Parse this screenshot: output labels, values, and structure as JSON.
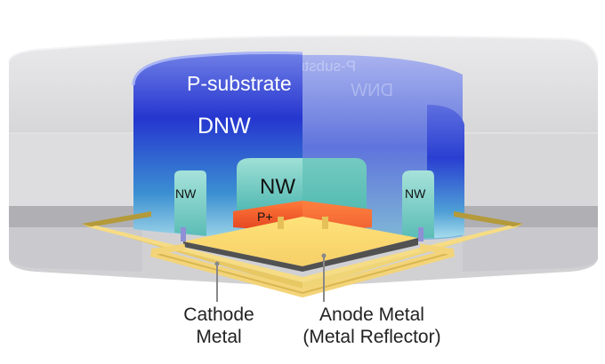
{
  "regions": {
    "p_substrate": "P-substrate",
    "p_substrate_mirror": "P-substrate",
    "dnw": "DNW",
    "dnw_mirror": "DNW",
    "nw_center": "NW",
    "nw_left": "NW",
    "nw_right": "NW",
    "p_plus": "P+"
  },
  "callouts": {
    "cathode_line1": "Cathode",
    "cathode_line2": "Metal",
    "anode_line1": "Anode Metal",
    "anode_line2": "(Metal Reflector)"
  },
  "colors": {
    "substrate_glass": "#d4d4d6",
    "dnw_blue": "#3346d6",
    "nw_teal": "#5fc3b8",
    "p_plus_orange": "#f4582a",
    "metal_gold": "#f2d57a"
  }
}
